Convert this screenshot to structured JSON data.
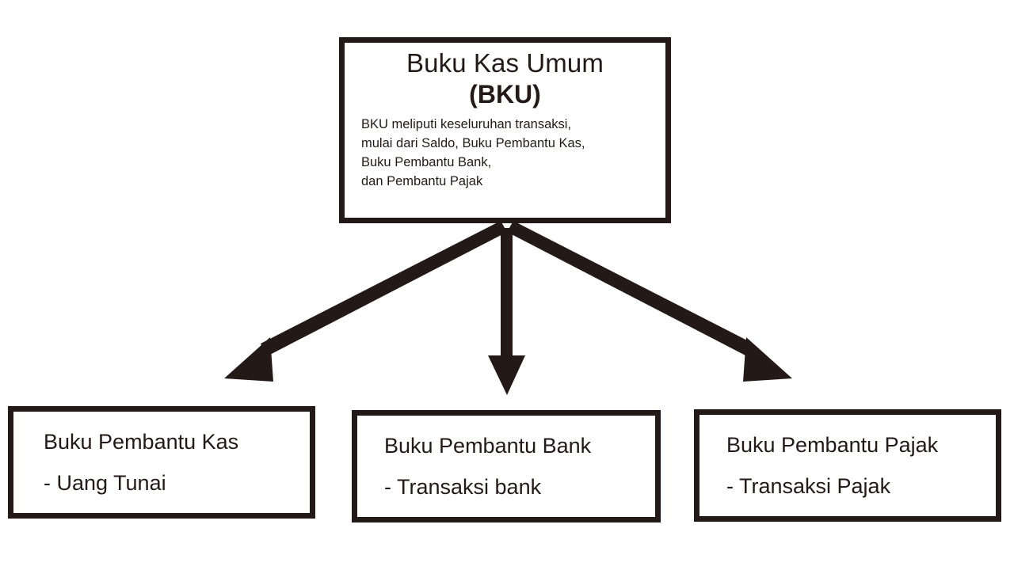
{
  "diagram": {
    "title_text": "Buku Kas Umum",
    "root": {
      "title": "Buku Kas Umum",
      "abbreviation": "(BKU)",
      "description": "BKU meliputi keseluruhan transaksi,\nmulai dari Saldo, Buku Pembantu Kas,\nBuku Pembantu Bank,\ndan Pembantu Pajak"
    },
    "children": [
      {
        "title": "Buku Pembantu Kas",
        "detail": "- Uang Tunai"
      },
      {
        "title": "Buku Pembantu Bank",
        "detail": "- Transaksi bank"
      },
      {
        "title": "Buku Pembantu Pajak",
        "detail": "- Transaksi Pajak"
      }
    ],
    "connectors": [
      {
        "name": "arrow-root-to-kas",
        "direction": "down-left"
      },
      {
        "name": "arrow-root-to-bank",
        "direction": "down"
      },
      {
        "name": "arrow-root-to-pajak",
        "direction": "down-right"
      }
    ],
    "colors": {
      "ink": "#231a18",
      "background": "#ffffff"
    }
  }
}
